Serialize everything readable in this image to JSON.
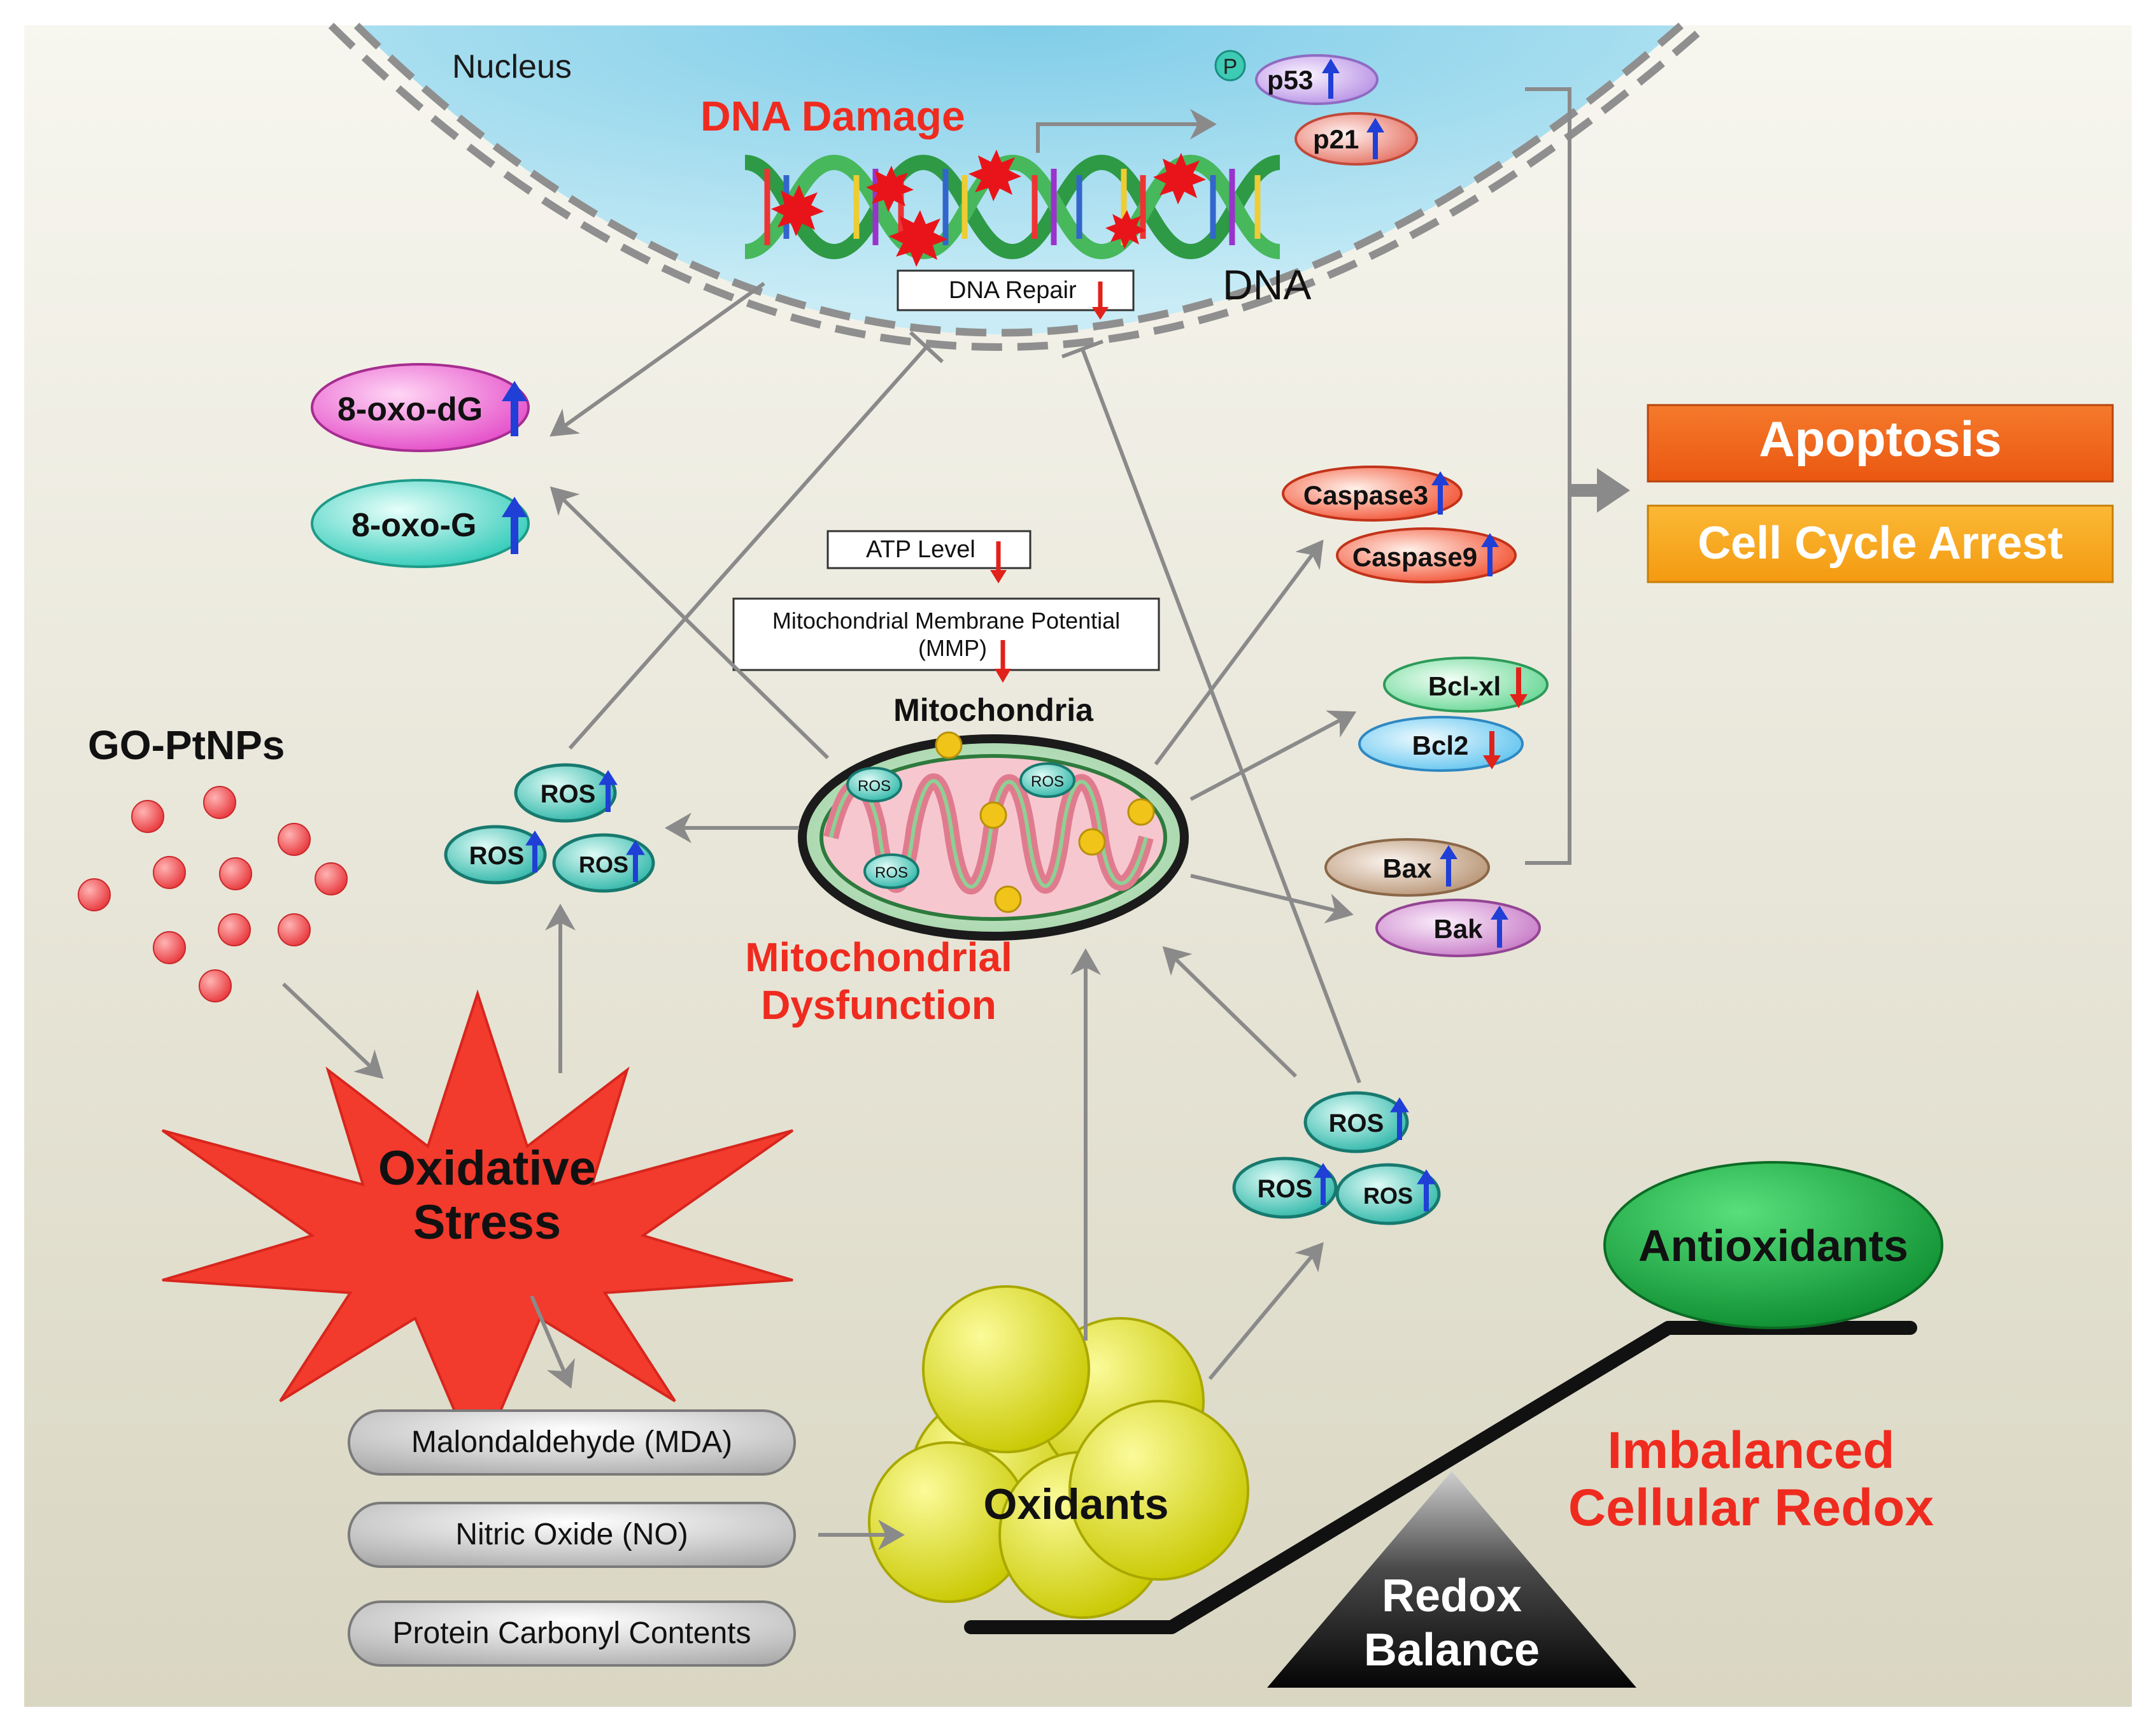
{
  "labels": {
    "nucleus": "Nucleus",
    "dna_damage": "DNA Damage",
    "dna": "DNA",
    "dna_repair": "DNA Repair",
    "p53": "p53",
    "p53_phospho": "P",
    "p21": "p21",
    "oxo_dg": "8-oxo-dG",
    "oxo_g": "8-oxo-G",
    "atp_level": "ATP Level",
    "mmp_line1": "Mitochondrial Membrane Potential",
    "mmp_line2": "(MMP)",
    "mitochondria": "Mitochondria",
    "mito_dysfunction_line1": "Mitochondrial",
    "mito_dysfunction_line2": "Dysfunction",
    "go_ptnps": "GO-PtNPs",
    "ros": "ROS",
    "oxidative_line1": "Oxidative",
    "oxidative_line2": "Stress",
    "mda": "Malondaldehyde (MDA)",
    "no": "Nitric Oxide (NO)",
    "protein_carbonyl": "Protein Carbonyl Contents",
    "oxidants": "Oxidants",
    "antioxidants": "Antioxidants",
    "imbalanced_line1": "Imbalanced",
    "imbalanced_line2": "Cellular Redox",
    "redox_line1": "Redox",
    "redox_line2": "Balance",
    "caspase3": "Caspase3",
    "caspase9": "Caspase9",
    "bclxl": "Bcl-xl",
    "bcl2": "Bcl2",
    "bax": "Bax",
    "bak": "Bak",
    "apoptosis": "Apoptosis",
    "cell_cycle_arrest": "Cell Cycle Arrest"
  },
  "colors": {
    "background_top": "#f6f5ee",
    "background_bottom": "#dcd9c6",
    "nucleus_fill": "#a7dcee",
    "arrow_gray": "#8a8a8a",
    "red_text": "#ef2b1f",
    "up_arrow": "#1f3fd6",
    "down_arrow": "#e0221a",
    "apoptosis": "#f2621b",
    "cell_cycle_arrest": "#f7a81d",
    "oxidants": "#e2e21a",
    "antioxidants": "#22b14c",
    "oxidative_star": "#f23a2d",
    "ros_fill": "#48c4b8"
  }
}
